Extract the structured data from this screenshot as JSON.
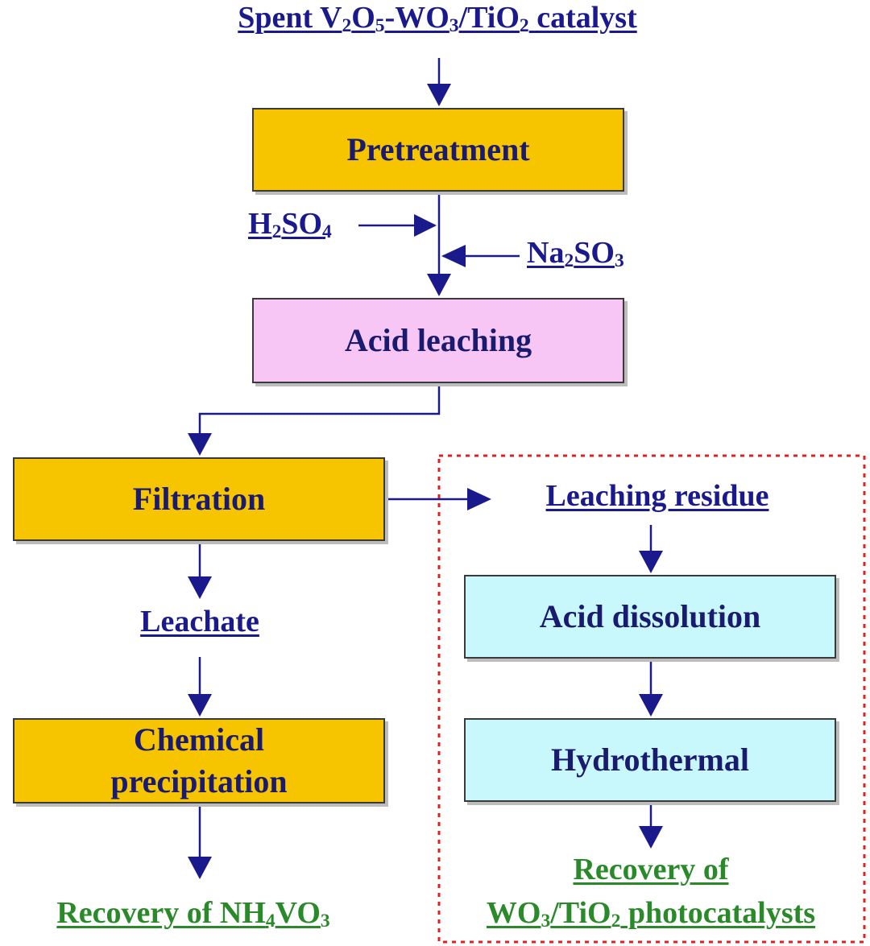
{
  "colors": {
    "gold": "#f7c400",
    "pink": "#f7c6f4",
    "cyan": "#c8f8fb",
    "arrow": "#1a1a8c",
    "label_blue": "#1a1a8c",
    "label_green": "#2a8a2a",
    "dashed_border": "#e02020"
  },
  "labels": {
    "top": {
      "a": "Spent V",
      "s1": "2",
      "b": "O",
      "s2": "5",
      "c": "-WO",
      "s3": "3",
      "d": "/TiO",
      "s4": "2",
      "e": " catalyst"
    },
    "h2so4": {
      "a": "H",
      "s1": "2",
      "b": "SO",
      "s2": "4"
    },
    "na2so3": {
      "a": "Na",
      "s1": "2",
      "b": "SO",
      "s2": "3"
    },
    "leaching_residue": "Leaching residue",
    "leachate": "Leachate",
    "nh4vo3": {
      "a": "Recovery of NH",
      "s1": "4",
      "b": "VO",
      "s2": "3"
    },
    "wo3": {
      "line1": "Recovery of",
      "a": "WO",
      "s1": "3",
      "b": "/TiO",
      "s2": "2",
      "c": " photocatalysts"
    }
  },
  "boxes": {
    "pretreatment": "Pretreatment",
    "acid_leaching": "Acid leaching",
    "filtration": "Filtration",
    "chemical_precipitation": [
      "Chemical",
      "precipitation"
    ],
    "acid_dissolution": "Acid dissolution",
    "hydrothermal": "Hydrothermal"
  }
}
